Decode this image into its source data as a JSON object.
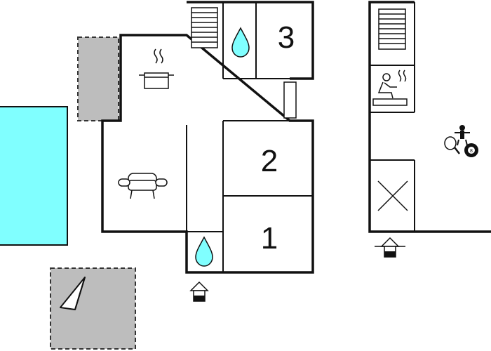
{
  "floor_plan": {
    "main_building": {
      "rooms": [
        {
          "kind": "bedroom",
          "number": "3"
        },
        {
          "kind": "bedroom",
          "number": "2"
        },
        {
          "kind": "bedroom",
          "number": "1"
        },
        {
          "kind": "bathroom",
          "icon": "water-drop-icon"
        },
        {
          "kind": "bathroom",
          "icon": "water-drop-icon"
        },
        {
          "kind": "kitchen",
          "icon": "cooking-pot-icon"
        },
        {
          "kind": "living-room",
          "icon": "sofa-icon"
        },
        {
          "kind": "stairs",
          "icon": "stairs-icon"
        },
        {
          "kind": "door",
          "icon": "door-icon"
        }
      ],
      "entrance_icon": "entrance-icon"
    },
    "annex_building": {
      "rooms": [
        {
          "kind": "stairs",
          "icon": "stairs-icon"
        },
        {
          "kind": "sauna",
          "icon": "sauna-icon"
        },
        {
          "kind": "technical-room",
          "icon": "cross-icon"
        },
        {
          "kind": "activity-room",
          "icons": [
            "table-football-icon",
            "table-tennis-icon",
            "billiards-icon"
          ]
        }
      ],
      "entrance_icon": "entrance-icon"
    },
    "outdoor": {
      "pool": {
        "icon": "swimming-pool",
        "color": "#80ffff"
      },
      "terraces": [
        "terrace",
        "terrace"
      ],
      "terrace_color": "#bdbdbd",
      "compass_icon": "compass-north-arrow-icon"
    },
    "colors": {
      "walls": "#111111",
      "water": "#80ffff",
      "terrace": "#bdbdbd"
    }
  }
}
